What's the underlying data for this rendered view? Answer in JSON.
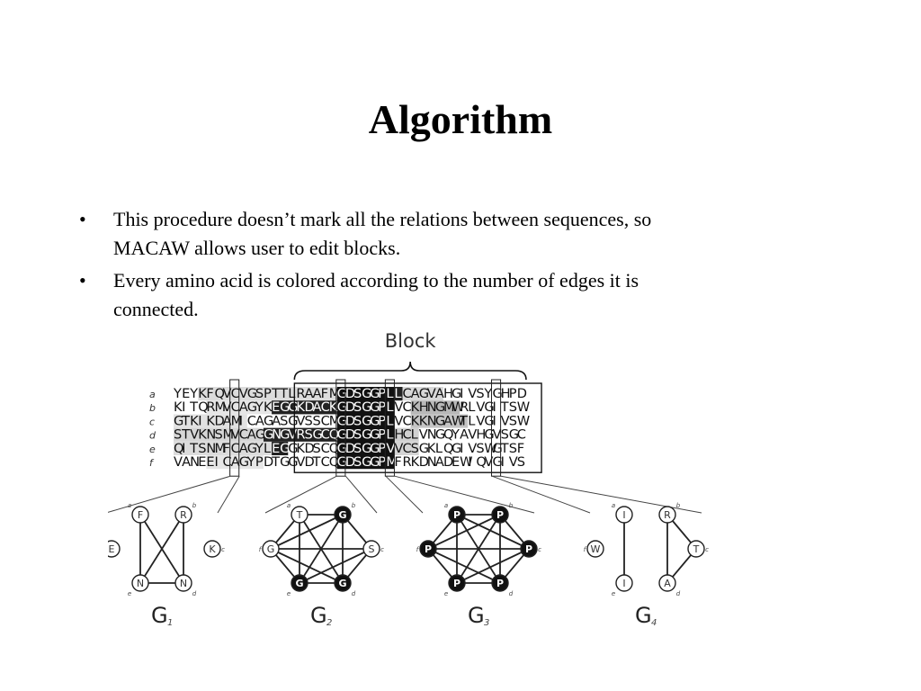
{
  "slide": {
    "title": "Algorithm",
    "bullets": [
      {
        "symbol": "•",
        "lines": [
          "This procedure doesn’t mark all the relations between sequences, so",
          "MACAW allows user to edit blocks."
        ]
      },
      {
        "symbol": "•",
        "lines": [
          "Every amino acid is colored according to the number of edges it is",
          "connected."
        ]
      }
    ]
  },
  "figure": {
    "block_label": "Block",
    "row_labels": [
      "a",
      "b",
      "c",
      "d",
      "e",
      "f"
    ],
    "sequences": [
      "YEYKFQVCVGSPTTLRAAFMGDSGGPLLCAGVAHGIVSYGHPD",
      "KITQRMVCAGYKEGGKDACKGDSGGPLVCKHNGMWRLVGITSW",
      "GTKIKDAMICAGASGVSSCMGDSGGPLVCKKNGAWTLVGIVSW",
      "STVKNSMVCAGGNGVRSGCQGDSGGPLHCLVNGQYAVHGVSGC",
      "QITSNMFCAGYLEGGKDSCQGDSGGPVVCSGKLQGIVSWGTSF",
      "VANEEICAGYPDTGGVDTCQGDSGGPMFRKDNADEWIQVGIVS"
    ],
    "graphs": [
      {
        "label": "G",
        "sub": "1",
        "nodes": [
          {
            "letter": "F",
            "pos": "a",
            "state": "white"
          },
          {
            "letter": "R",
            "pos": "b",
            "state": "white"
          },
          {
            "letter": "K",
            "pos": "c",
            "state": "white"
          },
          {
            "letter": "N",
            "pos": "d",
            "state": "white"
          },
          {
            "letter": "N",
            "pos": "e",
            "state": "white"
          },
          {
            "letter": "E",
            "pos": "f",
            "state": "white"
          }
        ],
        "edges": [
          [
            "a",
            "d"
          ],
          [
            "b",
            "e"
          ],
          [
            "a",
            "e"
          ],
          [
            "b",
            "d"
          ],
          [
            "e",
            "d"
          ]
        ]
      },
      {
        "label": "G",
        "sub": "2",
        "nodes": [
          {
            "letter": "T",
            "pos": "a",
            "state": "white"
          },
          {
            "letter": "G",
            "pos": "b",
            "state": "black"
          },
          {
            "letter": "S",
            "pos": "c",
            "state": "white"
          },
          {
            "letter": "G",
            "pos": "d",
            "state": "black"
          },
          {
            "letter": "G",
            "pos": "e",
            "state": "black"
          },
          {
            "letter": "G",
            "pos": "f",
            "state": "white"
          }
        ],
        "edges": [
          [
            "a",
            "b"
          ],
          [
            "a",
            "f"
          ],
          [
            "a",
            "d"
          ],
          [
            "a",
            "e"
          ],
          [
            "b",
            "c"
          ],
          [
            "b",
            "d"
          ],
          [
            "b",
            "e"
          ],
          [
            "b",
            "f"
          ],
          [
            "c",
            "d"
          ],
          [
            "c",
            "e"
          ],
          [
            "c",
            "f"
          ],
          [
            "d",
            "e"
          ],
          [
            "d",
            "f"
          ],
          [
            "e",
            "f"
          ]
        ]
      },
      {
        "label": "G",
        "sub": "3",
        "nodes": [
          {
            "letter": "P",
            "pos": "a",
            "state": "black"
          },
          {
            "letter": "P",
            "pos": "b",
            "state": "black"
          },
          {
            "letter": "P",
            "pos": "c",
            "state": "black"
          },
          {
            "letter": "P",
            "pos": "d",
            "state": "black"
          },
          {
            "letter": "P",
            "pos": "e",
            "state": "black"
          },
          {
            "letter": "P",
            "pos": "f",
            "state": "black"
          }
        ],
        "edges": [
          [
            "a",
            "b"
          ],
          [
            "a",
            "c"
          ],
          [
            "a",
            "d"
          ],
          [
            "a",
            "e"
          ],
          [
            "a",
            "f"
          ],
          [
            "b",
            "c"
          ],
          [
            "b",
            "d"
          ],
          [
            "b",
            "e"
          ],
          [
            "b",
            "f"
          ],
          [
            "c",
            "d"
          ],
          [
            "c",
            "e"
          ],
          [
            "c",
            "f"
          ],
          [
            "d",
            "e"
          ],
          [
            "d",
            "f"
          ],
          [
            "e",
            "f"
          ]
        ]
      },
      {
        "label": "G",
        "sub": "4",
        "nodes": [
          {
            "letter": "I",
            "pos": "a",
            "state": "white"
          },
          {
            "letter": "R",
            "pos": "b",
            "state": "white"
          },
          {
            "letter": "T",
            "pos": "c",
            "state": "white"
          },
          {
            "letter": "A",
            "pos": "d",
            "state": "white"
          },
          {
            "letter": "I",
            "pos": "e",
            "state": "white"
          },
          {
            "letter": "W",
            "pos": "f",
            "state": "white"
          }
        ],
        "edges": [
          [
            "a",
            "e"
          ],
          [
            "b",
            "c"
          ],
          [
            "b",
            "d"
          ],
          [
            "c",
            "d"
          ]
        ]
      }
    ]
  }
}
